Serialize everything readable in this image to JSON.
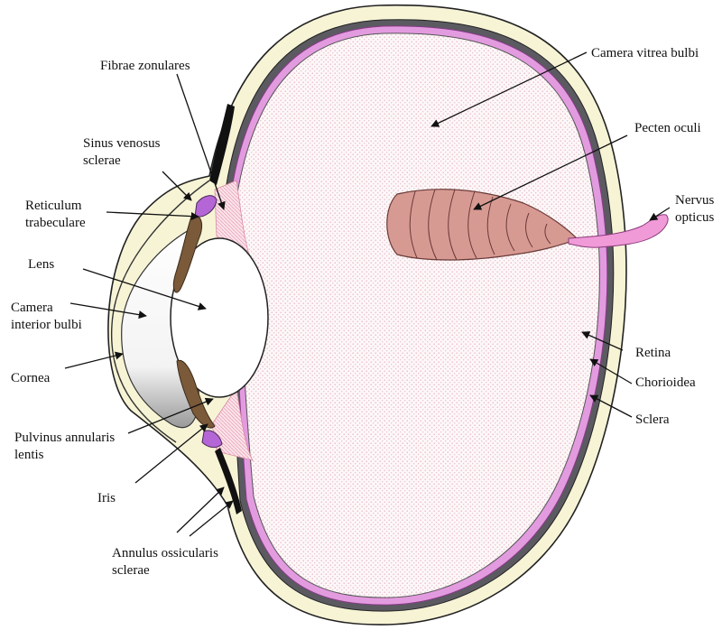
{
  "labels": {
    "camera_vitrea_bulbi": "Camera vitrea bulbi",
    "fibrae_zonulares": "Fibrae zonulares",
    "pecten_oculi": "Pecten oculi",
    "sinus_venosus": [
      "Sinus venosus",
      "sclerae"
    ],
    "nervus_opticus": [
      "Nervus",
      "opticus"
    ],
    "reticulum_trabeculare": [
      "Reticulum",
      "trabeculare"
    ],
    "lens": "Lens",
    "camera_interior_bulbi": [
      "Camera",
      "interior bulbi"
    ],
    "retina": "Retina",
    "cornea": "Cornea",
    "chorioidea": "Chorioidea",
    "sclera": "Sclera",
    "pulvinus_annularis_lentis": [
      "Pulvinus annularis",
      "lentis"
    ],
    "iris": "Iris",
    "annulus_ossicularis_sclerae": [
      "Annulus ossicularis",
      "sclerae"
    ]
  },
  "colors": {
    "sclera": "#f7f4d6",
    "chorioidea": "#5a5a60",
    "retina": "#e39be0",
    "vitreous_dots": "#e8a9bb",
    "pecten": "#d79a93",
    "nerve": "#f09ad8",
    "iris": "#7b5a3a",
    "sinus": "#b566d6",
    "zonular": "#f2b7c9"
  }
}
